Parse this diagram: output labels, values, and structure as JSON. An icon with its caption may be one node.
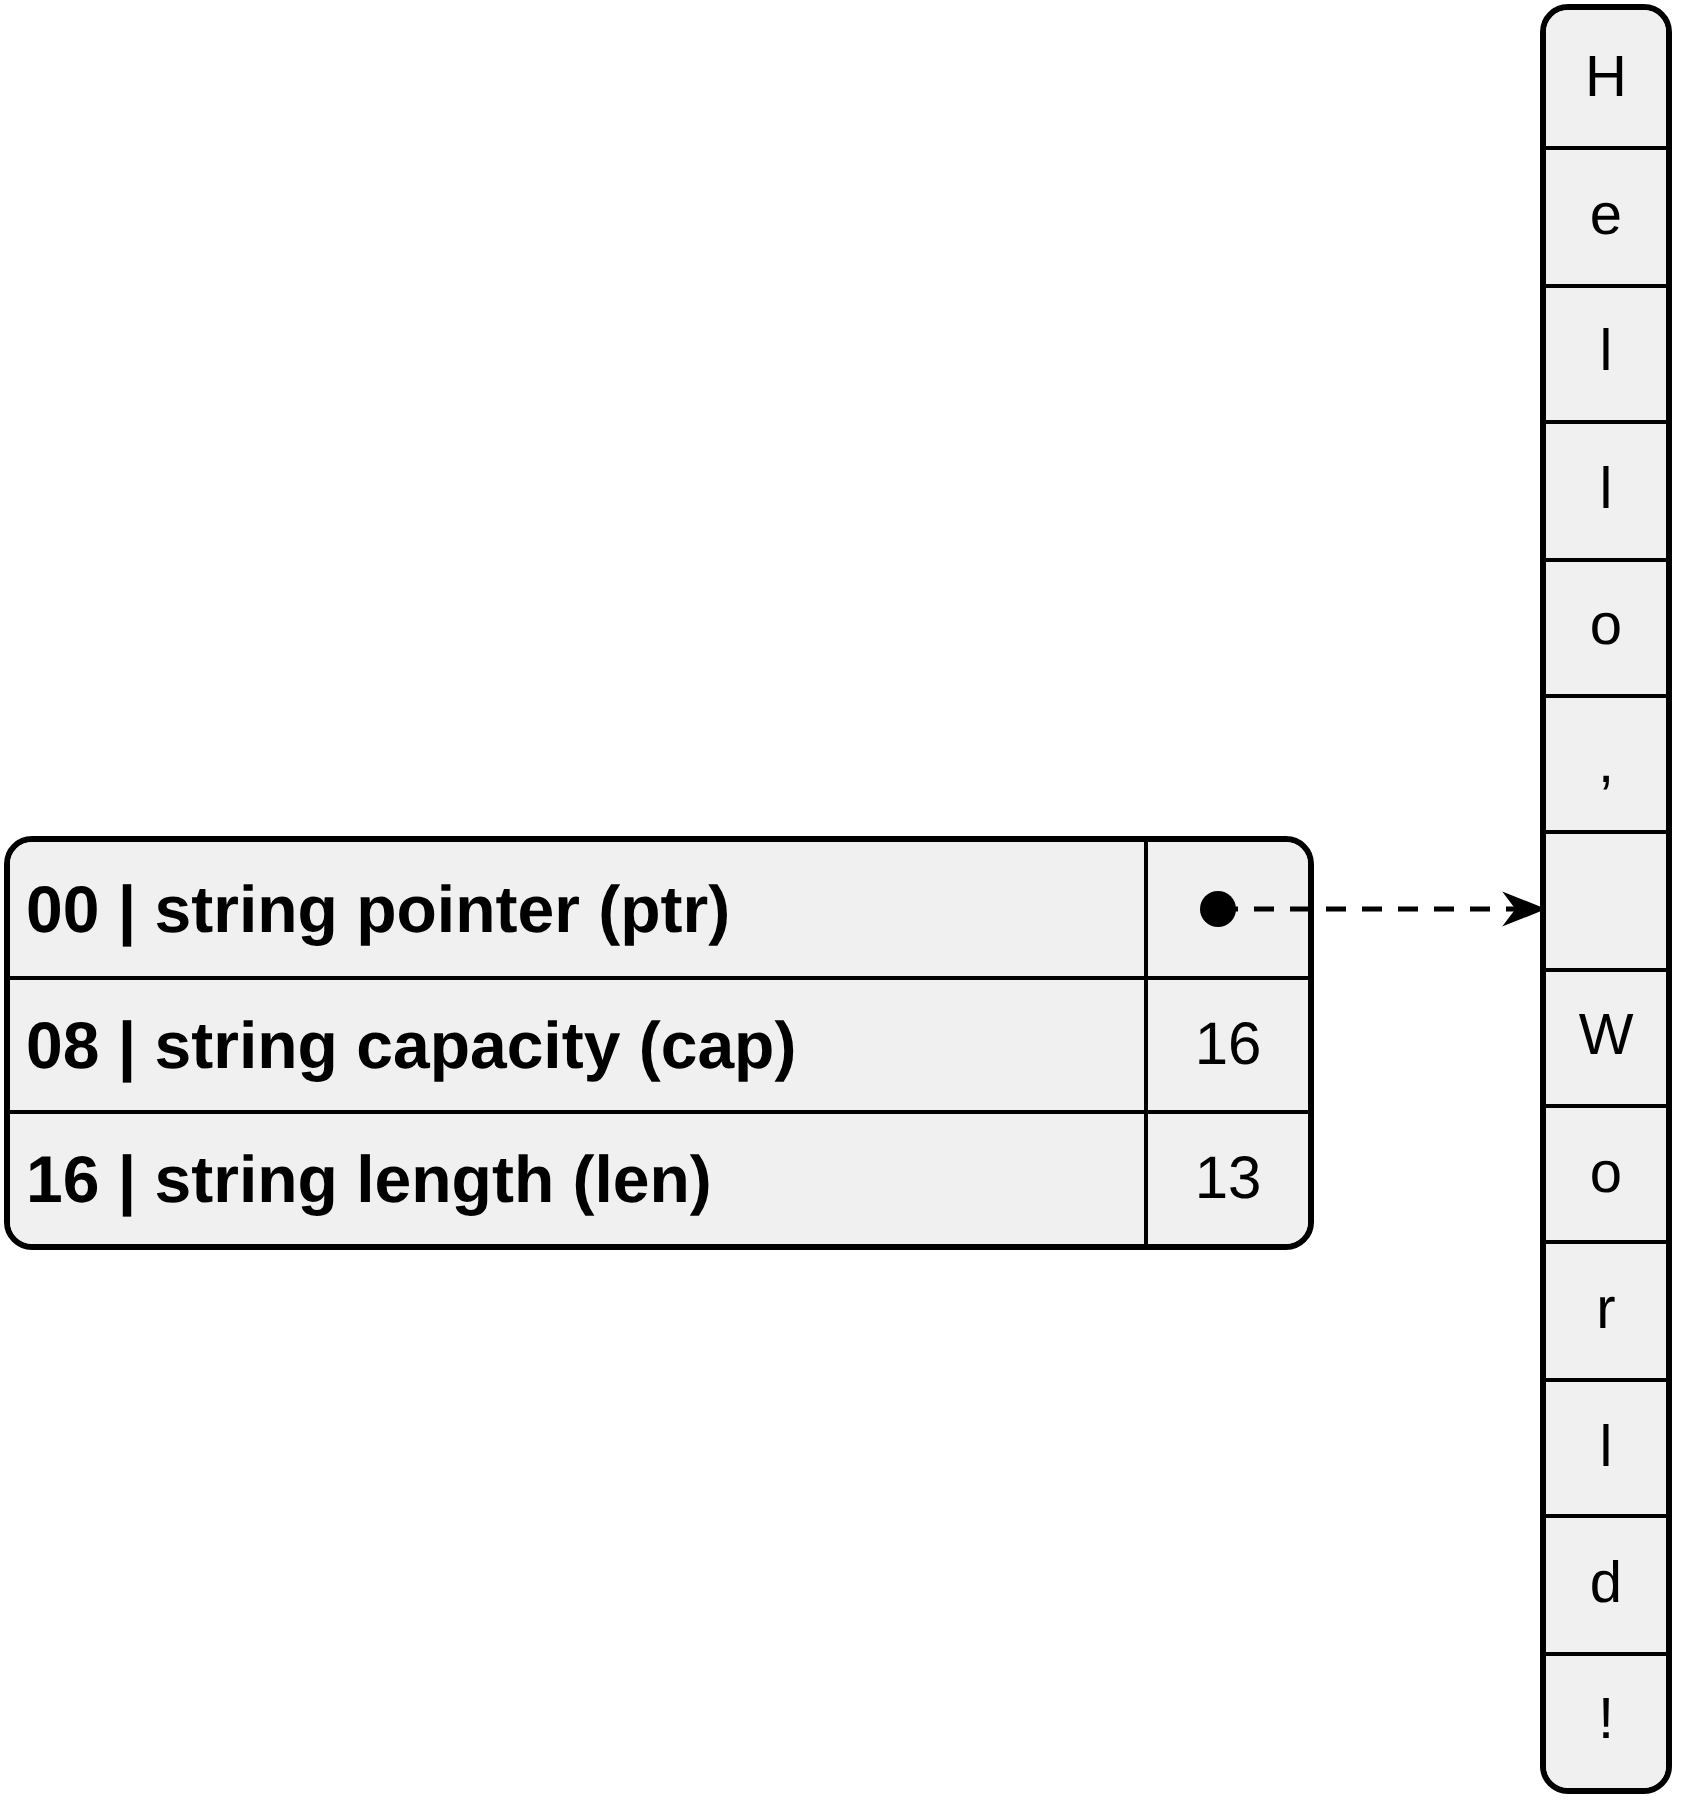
{
  "diagram": {
    "nodes": [
      {
        "text": [],
        "shape": "box"
      },
      {
        "text": [
          "00 | string pointer (ptr)"
        ],
        "in": 0
      },
      {
        "text": [],
        "shape": "box",
        "in": 0
      },
      {
        "text": [
          "08 | string capacity (cap)"
        ],
        "in": 0
      },
      {
        "text": [
          "16"
        ],
        "in": 0
      },
      {
        "text": [
          "16 | string length (len)"
        ],
        "in": 0
      },
      {
        "text": [
          "13"
        ],
        "in": 0
      },
      {
        "text": [],
        "shape": "box"
      },
      {
        "text": [
          "H"
        ],
        "in": 7
      },
      {
        "text": [
          "e"
        ],
        "in": 7
      },
      {
        "text": [
          "l"
        ],
        "in": 7
      },
      {
        "text": [
          "l"
        ],
        "in": 7
      },
      {
        "text": [
          "o"
        ],
        "in": 7
      },
      {
        "text": [
          ","
        ],
        "in": 7
      },
      {
        "text": [],
        "shape": "box",
        "in": 7
      },
      {
        "text": [
          "W"
        ],
        "in": 7
      },
      {
        "text": [
          "o"
        ],
        "in": 7
      },
      {
        "text": [
          "r"
        ],
        "in": 7
      },
      {
        "text": [
          "l"
        ],
        "in": 7
      },
      {
        "text": [
          "d"
        ],
        "in": 7
      },
      {
        "text": [
          "!"
        ],
        "in": 7
      }
    ],
    "edges": [
      {
        "from": 2,
        "to": 14,
        "arrow": "to",
        "style": "dashed"
      }
    ]
  }
}
